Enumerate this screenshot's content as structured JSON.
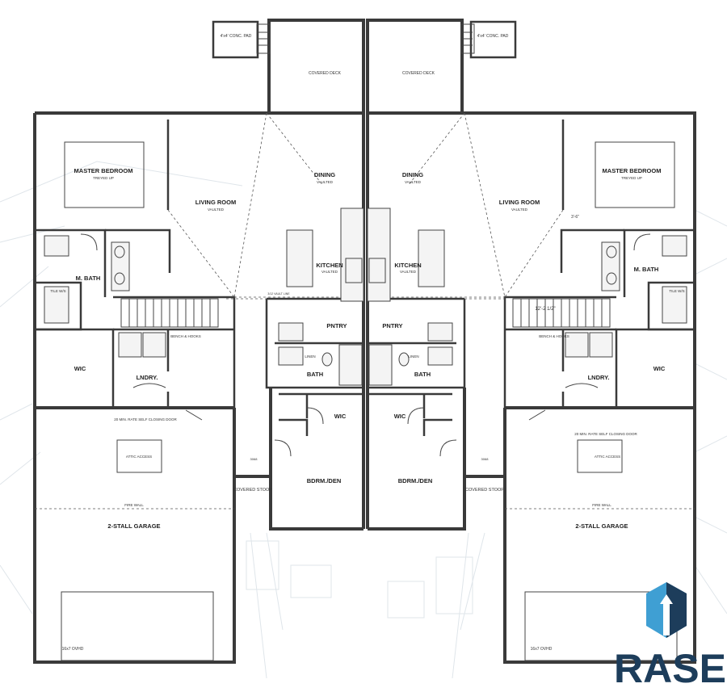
{
  "unit_left": {
    "conc_pad": "4'x4' CONC. PAD",
    "covered_deck": "COVERED DECK",
    "master_bedroom": "MASTER BEDROOM",
    "master_bedroom_sub": "TREYED UP",
    "living_room": "LIVING ROOM",
    "living_room_sub": "VAULTED",
    "dining": "DINING",
    "dining_sub": "VAULTED",
    "kitchen": "KITCHEN",
    "kitchen_sub": "VAULTED",
    "m_bath": "M. BATH",
    "tile_wis": "TILE W/S",
    "wic_master": "WIC",
    "lndry": "LNDRY.",
    "bench_hooks": "BENCH & HOOKS",
    "pntry": "PNTRY",
    "linen": "LINEN",
    "bath": "BATH",
    "wic_bdrm": "WIC",
    "bdrm_den": "BDRM./DEN",
    "covered_stoop": "COVERED STOOP",
    "garage": "2-STALL GARAGE",
    "fire_wall": "FIRE WALL",
    "attic": "ATTIC ACCESS",
    "rated_door": "20 MIN. RATE SELF CLOSING DOOR",
    "ovhd": "16x7 OVHD",
    "floor_note": "3/12 VAULT LINE",
    "dim_note": "3068"
  },
  "unit_right": {
    "conc_pad": "4'x4' CONC. PAD",
    "covered_deck": "COVERED DECK",
    "master_bedroom": "MASTER BEDROOM",
    "master_bedroom_sub": "TREYED UP",
    "living_room": "LIVING ROOM",
    "living_room_sub": "VAULTED",
    "dining": "DINING",
    "dining_sub": "VAULTED",
    "kitchen": "KITCHEN",
    "kitchen_sub": "VAULTED",
    "m_bath": "M. BATH",
    "tile_wis": "TILE W/S",
    "wic_master": "WIC",
    "lndry": "LNDRY.",
    "bench_hooks": "BENCH & HOOKS",
    "pntry": "PNTRY",
    "linen": "LINEN",
    "bath": "BATH",
    "wic_bdrm": "WIC",
    "bdrm_den": "BDRM./DEN",
    "covered_stoop": "COVERED STOOP",
    "garage": "2-STALL GARAGE",
    "fire_wall": "FIRE WALL",
    "attic": "ATTIC ACCESS",
    "rated_door": "20 MIN. RATE SELF CLOSING DOOR",
    "ovhd": "16x7 OVHD",
    "dim_a": "3'-6\"",
    "dim_b": "12'-2 1/2\"",
    "dim_note": "3068"
  },
  "logo": {
    "text": "RASE",
    "color_dark": "#1d3d5b",
    "color_light": "#3f9fd3"
  }
}
